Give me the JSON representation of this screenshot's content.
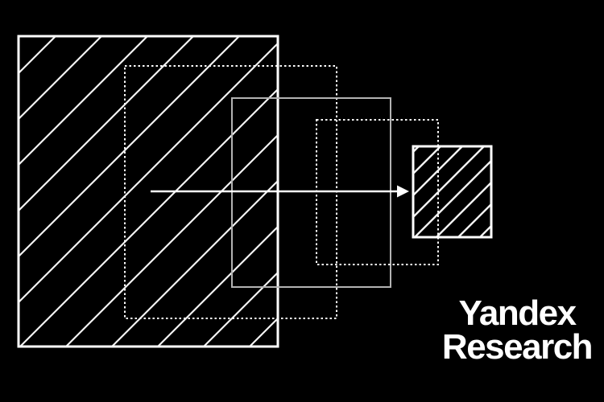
{
  "brand": {
    "line1": "Yandex",
    "line2": "Research"
  },
  "colors": {
    "background": "#000000",
    "primary": "#ffffff",
    "hatch": "#f2f2f2",
    "secondary_stroke": "#b3b3b3"
  },
  "diagram": {
    "arrow_direction": "right"
  }
}
